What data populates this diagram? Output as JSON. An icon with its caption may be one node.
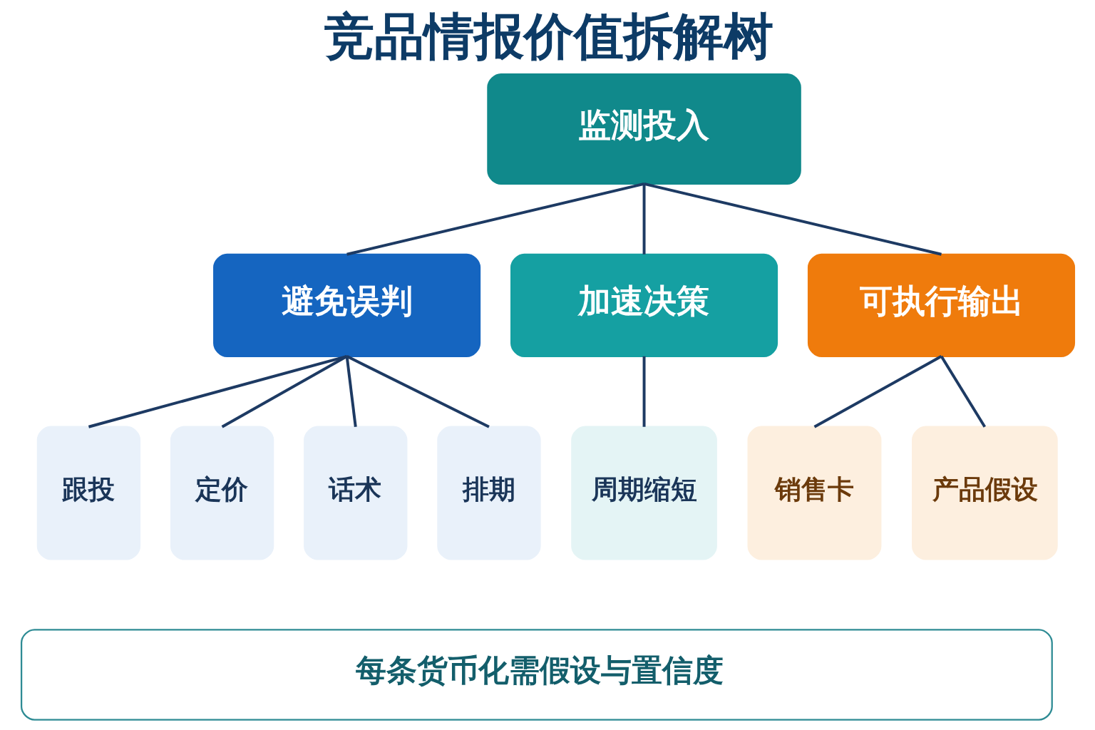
{
  "diagram": {
    "title": "竞品情报价值拆解树",
    "nodes": [
      {
        "text": [
          "监测投入"
        ]
      },
      {
        "text": [
          "避免误判"
        ]
      },
      {
        "text": [
          "加速决策"
        ]
      },
      {
        "text": [
          "可执行输出"
        ]
      },
      {
        "text": [
          "跟投"
        ]
      },
      {
        "text": [
          "定价"
        ]
      },
      {
        "text": [
          "话术"
        ]
      },
      {
        "text": [
          "排期"
        ]
      },
      {
        "text": [
          "周期缩短"
        ]
      },
      {
        "text": [
          "销售卡"
        ]
      },
      {
        "text": [
          "产品假设"
        ]
      },
      {
        "text": [
          "每条货币化需假设与置信度"
        ]
      }
    ],
    "edges": [
      {
        "from": 0,
        "to": 1,
        "arrow": "none"
      },
      {
        "from": 0,
        "to": 2,
        "arrow": "none"
      },
      {
        "from": 0,
        "to": 3,
        "arrow": "none"
      },
      {
        "from": 1,
        "to": 4,
        "arrow": "none"
      },
      {
        "from": 1,
        "to": 5,
        "arrow": "none"
      },
      {
        "from": 1,
        "to": 6,
        "arrow": "none"
      },
      {
        "from": 1,
        "to": 7,
        "arrow": "none"
      },
      {
        "from": 2,
        "to": 8,
        "arrow": "none"
      },
      {
        "from": 3,
        "to": 9,
        "arrow": "none"
      },
      {
        "from": 3,
        "to": 10,
        "arrow": "none"
      }
    ]
  }
}
